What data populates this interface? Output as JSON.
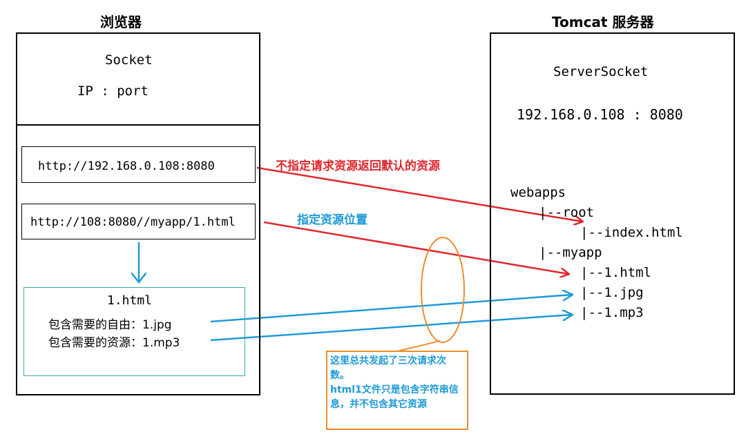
{
  "browser": {
    "title": "浏览器",
    "socket_label": "Socket",
    "ip_port_label": "IP : port",
    "url1": "http://192.168.0.108:8080",
    "url2": "http://108:8080//myapp/1.html",
    "file_title": "1.html",
    "resource_line1": "包含需要的自由：1.jpg",
    "resource_line2": "包含需要的资源：1.mp3"
  },
  "server": {
    "title": "Tomcat 服务器",
    "socket_label": "ServerSocket",
    "address": "192.168.0.108 : 8080",
    "tree": {
      "webapps": "webapps",
      "root": "|--root",
      "index": "|--index.html",
      "myapp": "|--myapp",
      "html": "|--1.html",
      "jpg": "|--1.jpg",
      "mp3": "|--1.mp3"
    }
  },
  "annotations": {
    "default_resource": "不指定请求资源返回默认的资源",
    "specified_resource": "指定资源位置",
    "callout_line1": "这里总共发起了三次请求次数。",
    "callout_line2": "html1文件只是包含字符串信息，并不包含其它资源"
  },
  "colors": {
    "red_arrow": "#e0262c",
    "blue_arrow": "#1d9ad6",
    "orange_callout": "#f08a2c",
    "teal_box": "#3aa6b4"
  }
}
